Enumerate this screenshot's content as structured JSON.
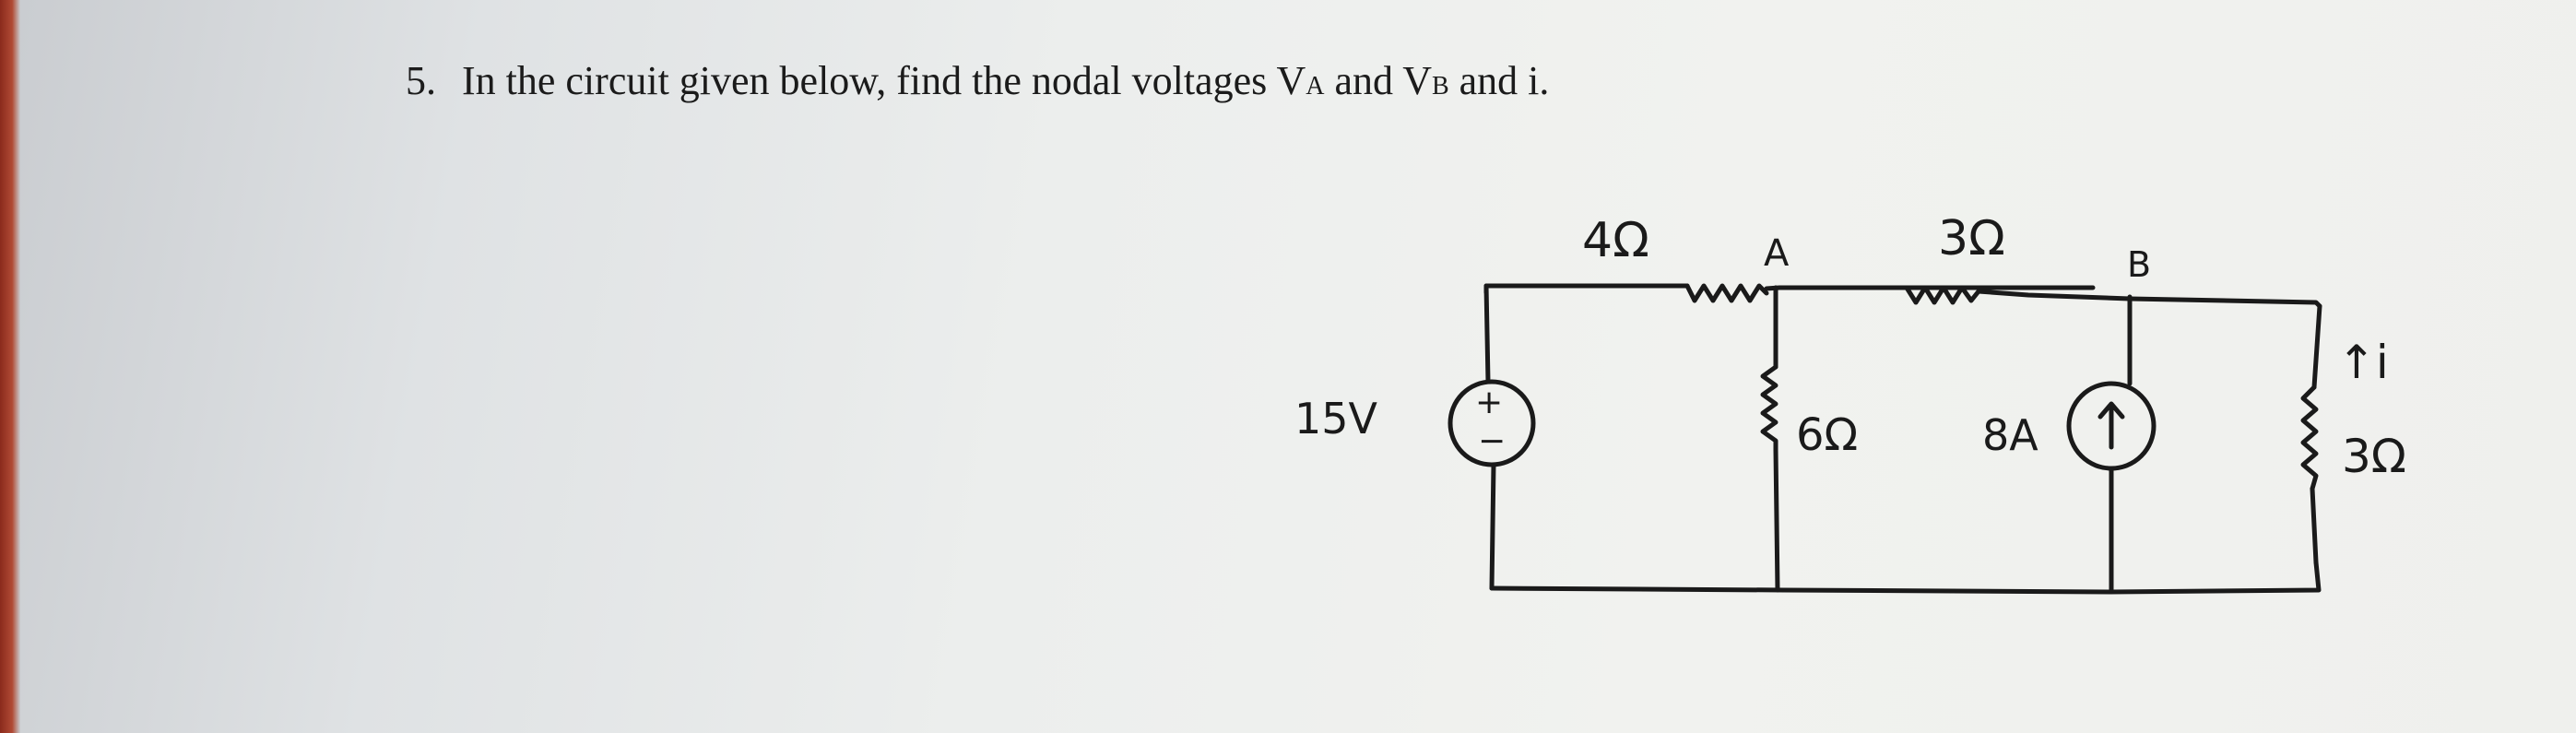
{
  "question": {
    "number": "5.",
    "text_before": "In the circuit given below, find the nodal voltages V",
    "sub_a": "A",
    "text_mid": " and V",
    "sub_b": "B",
    "text_after": " and i."
  },
  "circuit": {
    "r1_label": "4Ω",
    "node_a_label": "A",
    "r2_label": "3Ω",
    "node_b_label": "B",
    "source_voltage_label": "15V",
    "source_plus": "+",
    "source_minus": "−",
    "r3_label": "6Ω",
    "current_source_label": "8A",
    "current_arrow": "↑",
    "branch_current_label": "↑i",
    "r4_label": "3Ω"
  },
  "colors": {
    "ink": "#1a1a1a",
    "paper": "#eef0ed"
  }
}
